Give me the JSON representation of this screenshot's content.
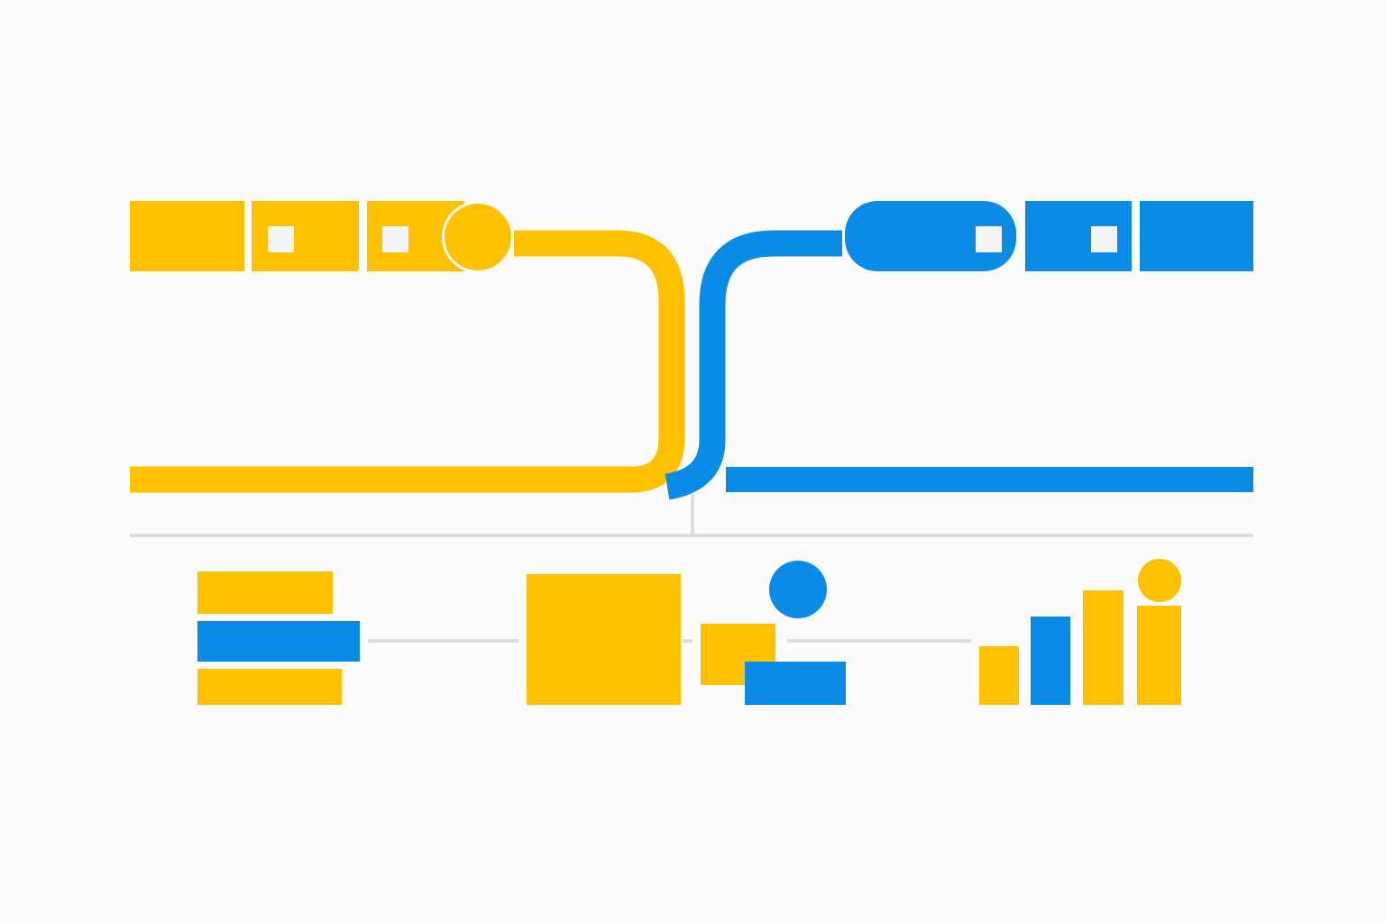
{
  "colors": {
    "background": "#fcfcfc",
    "yellow": "#ffc000",
    "blue": "#0a8be6",
    "connector_gray": "#dcdde1",
    "window_white": "#f4f5f7"
  },
  "illustration": {
    "left_train_color": "yellow",
    "right_train_color": "blue",
    "bar_series_colors": [
      "yellow",
      "blue",
      "yellow",
      "yellow"
    ]
  }
}
